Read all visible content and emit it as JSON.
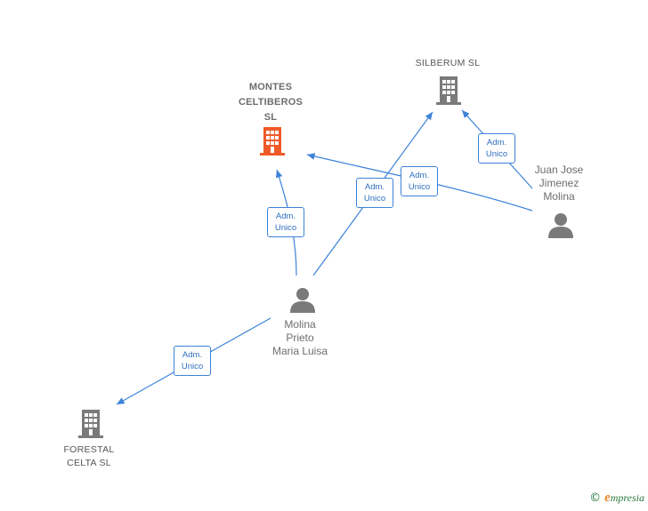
{
  "colors": {
    "edge": "#3d83d8",
    "company_icon": "#7a7a7a",
    "company_icon_highlight": "#f05a2a",
    "person_icon": "#7a7a7a",
    "label_text": "#6d6d6d",
    "brand_green": "#2b7a3f",
    "brand_orange": "#e8862a"
  },
  "nodes": {
    "montes": {
      "label": "MONTES\nCELTIBEROS\nSL",
      "icon": "building-icon"
    },
    "silberum": {
      "label": "SILBERUM  SL",
      "icon": "building-icon"
    },
    "juan": {
      "label": "Juan Jose\nJimenez\nMolina",
      "icon": "person-icon"
    },
    "molina": {
      "label": "Molina\nPrieto\nMaria Luisa",
      "icon": "person-icon"
    },
    "forestal": {
      "label": "FORESTAL\nCELTA  SL",
      "icon": "building-icon"
    }
  },
  "relations": [
    {
      "line1": "Adm.",
      "line2": "Unico"
    },
    {
      "line1": "Adm.",
      "line2": "Unico"
    },
    {
      "line1": "Adm.",
      "line2": "Unico"
    },
    {
      "line1": "Adm.",
      "line2": "Unico"
    },
    {
      "line1": "Adm.",
      "line2": "Unico"
    }
  ],
  "footer": {
    "copyright": "©",
    "brand_initial": "e",
    "brand_rest": "mpresia"
  }
}
